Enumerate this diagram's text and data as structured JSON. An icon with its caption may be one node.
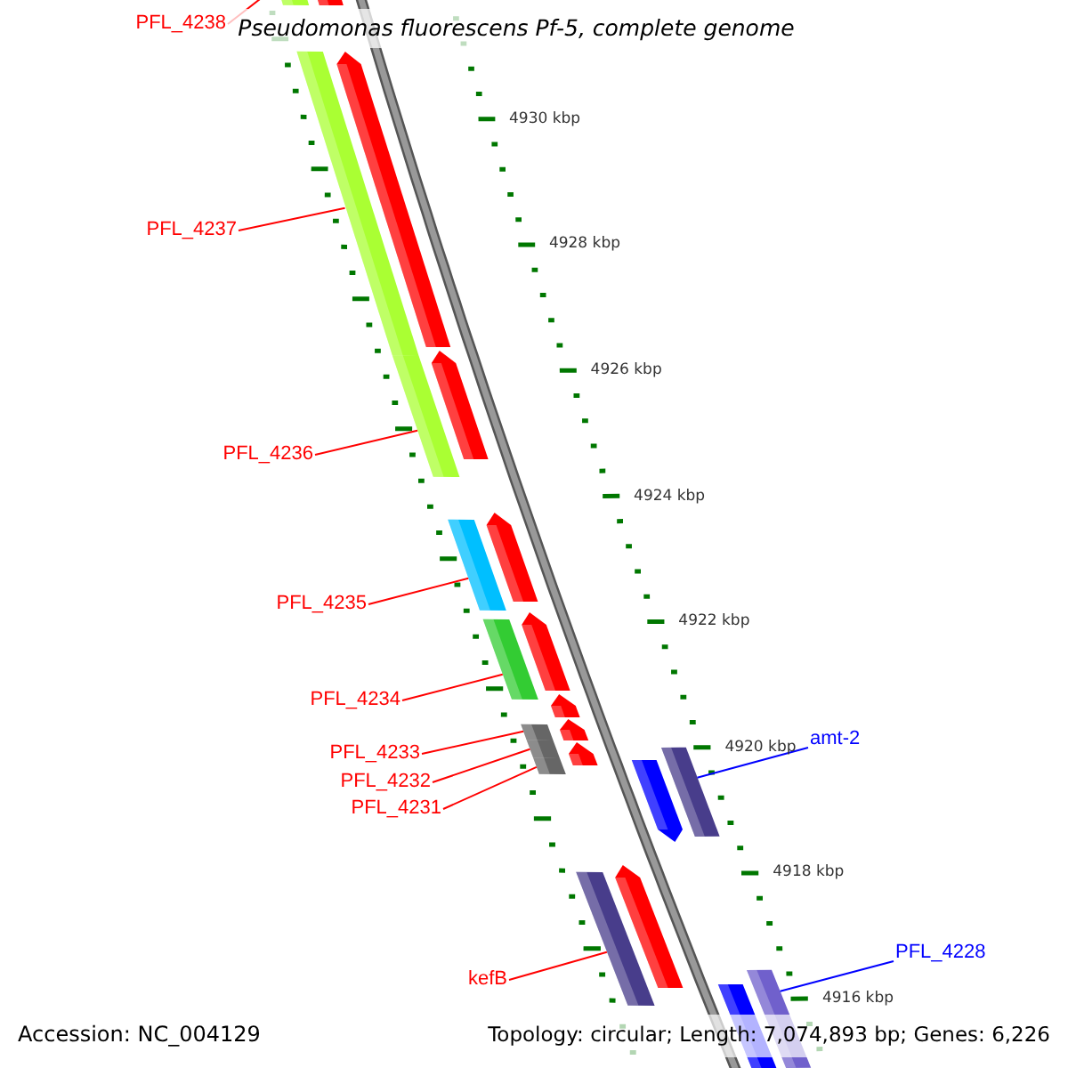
{
  "diagram": {
    "title": "Pseudomonas fluorescens Pf-5, complete genome",
    "nodes": [
      {
        "text": [
          "PFL_4238"
        ]
      },
      {
        "text": [
          "PFL_4237"
        ]
      },
      {
        "text": [
          "PFL_4236"
        ]
      },
      {
        "text": [
          "PFL_4235"
        ]
      },
      {
        "text": [
          "PFL_4234"
        ]
      },
      {
        "text": [
          "PFL_4233"
        ]
      },
      {
        "text": [
          "PFL_4232"
        ]
      },
      {
        "text": [
          "PFL_4231"
        ]
      },
      {
        "text": [
          "kefB"
        ]
      },
      {
        "text": [
          "amt-2"
        ]
      },
      {
        "text": [
          "PFL_4228"
        ]
      },
      {
        "text": [],
        "shape": "bar"
      },
      {
        "text": [],
        "shape": "pentagon"
      },
      {
        "text": [],
        "shape": "bar"
      },
      {
        "text": [],
        "shape": "pentagon"
      },
      {
        "text": [],
        "shape": "pentagon"
      },
      {
        "text": [],
        "shape": "bar"
      },
      {
        "text": [],
        "shape": "pentagon"
      },
      {
        "text": [],
        "shape": "bar"
      },
      {
        "text": [],
        "shape": "pentagon"
      },
      {
        "text": [],
        "shape": "bar"
      },
      {
        "text": [],
        "shape": "pentagon"
      },
      {
        "text": [],
        "shape": "bar"
      },
      {
        "text": [],
        "shape": "pentagon"
      },
      {
        "text": [],
        "shape": "bar"
      },
      {
        "text": [],
        "shape": "pentagon"
      },
      {
        "text": [],
        "shape": "bar"
      },
      {
        "text": [],
        "shape": "bar"
      },
      {
        "text": [],
        "shape": "pentagon"
      },
      {
        "text": [],
        "shape": "pentagon"
      },
      {
        "text": [],
        "shape": "bar"
      },
      {
        "text": [],
        "shape": "bar"
      },
      {
        "text": [],
        "shape": "pentagon"
      }
    ],
    "edges": [
      {
        "from": 0,
        "to": 11,
        "arrow": "none"
      },
      {
        "from": 1,
        "to": 13,
        "arrow": "none"
      },
      {
        "from": 2,
        "to": 16,
        "arrow": "none"
      },
      {
        "from": 3,
        "to": 18,
        "arrow": "none"
      },
      {
        "from": 4,
        "to": 20,
        "arrow": "none"
      },
      {
        "from": 5,
        "to": 22,
        "arrow": "none"
      },
      {
        "from": 6,
        "to": 24,
        "arrow": "none"
      },
      {
        "from": 7,
        "to": 26,
        "arrow": "none"
      },
      {
        "from": 8,
        "to": 30,
        "arrow": "none"
      },
      {
        "from": 9,
        "to": 27,
        "arrow": "none",
        "color": "#0000ff"
      },
      {
        "from": 10,
        "to": 31,
        "arrow": "none",
        "color": "#0000ff"
      }
    ],
    "labels": [
      "4930 kbp",
      "4928 kbp",
      "4926 kbp",
      "4924 kbp",
      "4922 kbp",
      "4920 kbp",
      "4918 kbp",
      "4916 kbp",
      "Accession: NC_004129",
      "Topology: circular; Length: 7,074,893 bp; Genes: 6,226"
    ]
  }
}
